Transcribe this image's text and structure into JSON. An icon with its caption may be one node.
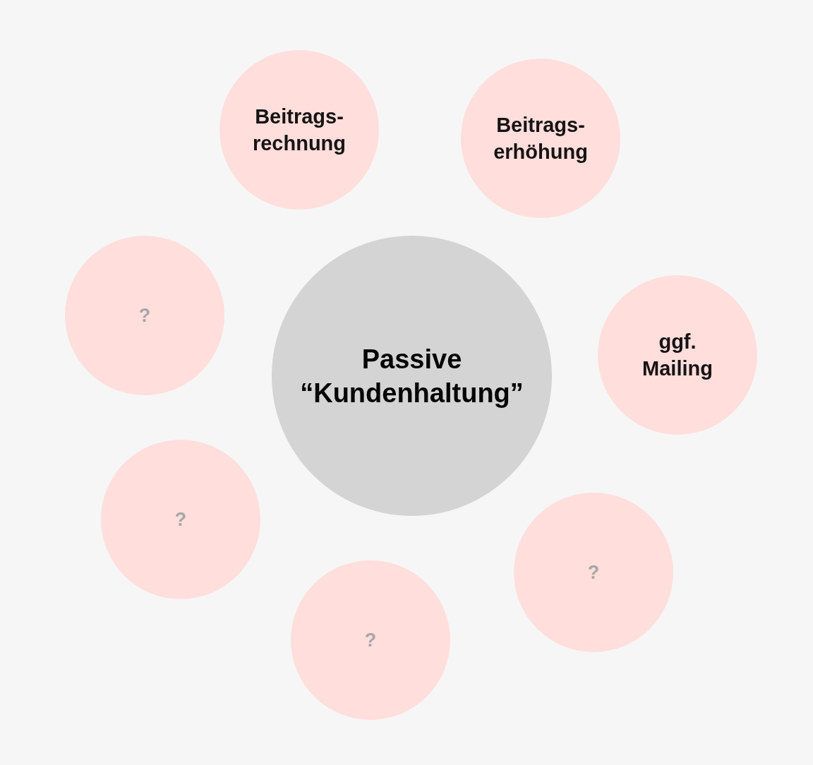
{
  "diagram": {
    "nodes": [
      {
        "text": [
          "Passive “Kundenhaltung”"
        ]
      },
      {
        "text": [
          "Beitrags- rechnung"
        ]
      },
      {
        "text": [
          "Beitrags- erhöhung"
        ]
      },
      {
        "text": [
          "ggf. Mailing"
        ]
      },
      {
        "text": [
          "?"
        ]
      },
      {
        "text": [
          "?"
        ]
      },
      {
        "text": [
          "?"
        ]
      },
      {
        "text": [
          "?"
        ]
      }
    ]
  }
}
